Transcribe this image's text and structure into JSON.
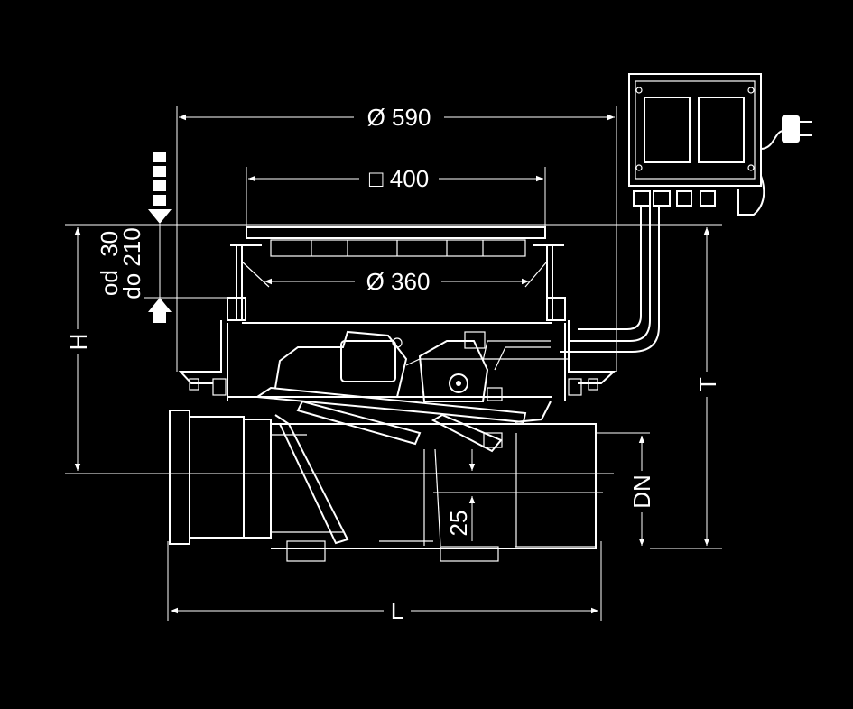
{
  "dimensions": {
    "outer_diameter": "Ø 590",
    "grate_square": "□ 400",
    "inner_diameter": "Ø 360",
    "height_adjust_line1": "od  30",
    "height_adjust_line2": "do 210",
    "height": "H",
    "depth": "T",
    "nominal_diameter": "DN",
    "offset": "25",
    "length": "L"
  },
  "colors": {
    "background": "#000000",
    "lines": "#ffffff"
  }
}
